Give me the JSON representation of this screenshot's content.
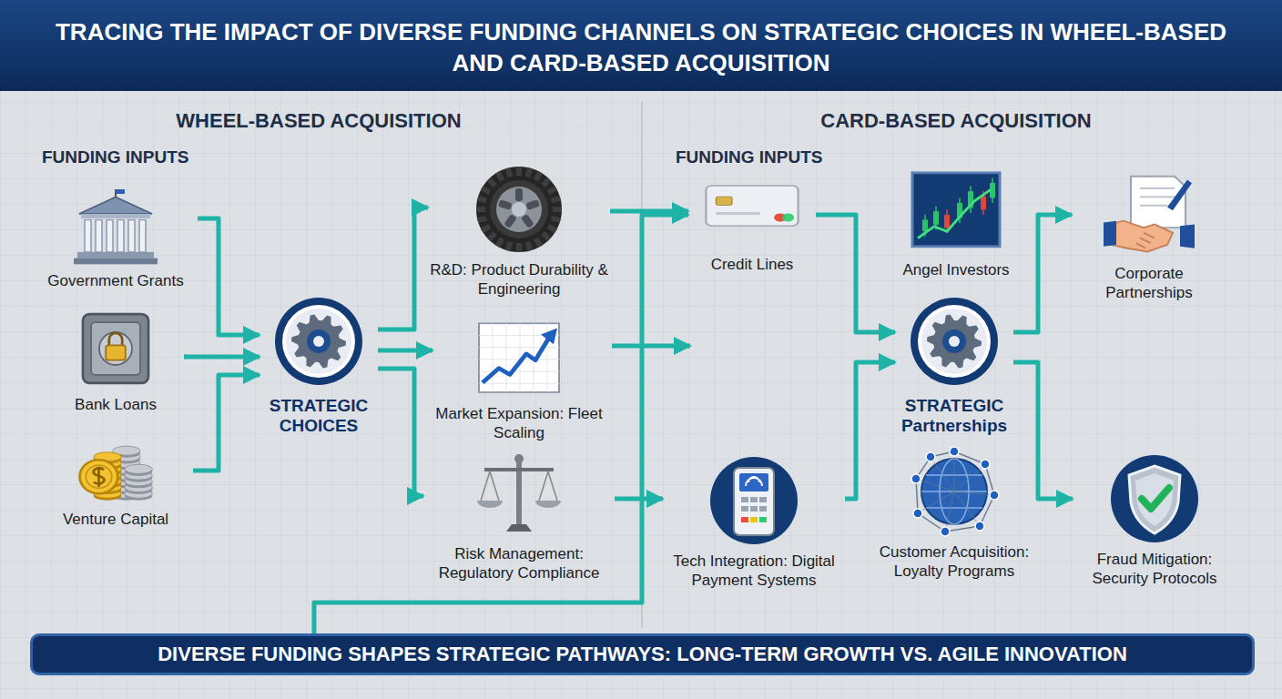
{
  "diagram": {
    "title": "TRACING THE IMPACT OF DIVERSE FUNDING CHANNELS ON STRATEGIC CHOICES IN WHEEL-BASED AND CARD-BASED ACQUISITION",
    "nodes": [
      {
        "text": [
          "Government Grants"
        ]
      },
      {
        "text": [
          "Bank Loans"
        ]
      },
      {
        "text": [
          "Venture Capital"
        ]
      },
      {
        "text": [
          "STRATEGIC CHOICES"
        ]
      },
      {
        "text": [
          "R&D: Product Durability & Engineering"
        ]
      },
      {
        "text": [
          "Market Expansion: Fleet Scaling"
        ]
      },
      {
        "text": [
          "Risk Management: Regulatory Compliance"
        ]
      },
      {
        "text": [
          "Credit Lines"
        ]
      },
      {
        "text": [
          "Angel Investors"
        ]
      },
      {
        "text": [
          "Corporate Partnerships"
        ]
      },
      {
        "text": [
          "STRATEGIC Partnerships"
        ]
      },
      {
        "text": [
          "Tech Integration: Digital Payment Systems"
        ]
      },
      {
        "text": [
          "Customer Acquisition: Loyalty Programs"
        ]
      },
      {
        "text": [
          "Fraud Mitigation: Security Protocols"
        ]
      },
      {
        "text": [
          "DIVERSE FUNDING SHAPES STRATEGIC PATHWAYS: LONG-TERM GROWTH VS. AGILE INNOVATION"
        ]
      }
    ],
    "edges": [
      {
        "from": 0,
        "to": 3,
        "arrow": "to"
      },
      {
        "from": 1,
        "to": 3,
        "arrow": "to"
      },
      {
        "from": 2,
        "to": 3,
        "arrow": "to"
      },
      {
        "from": 3,
        "to": 4,
        "arrow": "to"
      },
      {
        "from": 3,
        "to": 5,
        "arrow": "to"
      },
      {
        "from": 3,
        "to": 6,
        "arrow": "to"
      },
      {
        "from": 4,
        "to": 7,
        "arrow": "to"
      },
      {
        "from": 6,
        "to": 11,
        "arrow": "to"
      },
      {
        "from": 14,
        "to": 7,
        "arrow": "to"
      },
      {
        "from": 7,
        "to": 10,
        "arrow": "to"
      },
      {
        "from": 11,
        "to": 10,
        "arrow": "to"
      },
      {
        "from": 10,
        "to": 9,
        "arrow": "to"
      },
      {
        "from": 10,
        "to": 13,
        "arrow": "to"
      }
    ],
    "labels": [
      "WHEEL-BASED ACQUISITION",
      "CARD-BASED ACQUISITION",
      "FUNDING INPUTS",
      "FUNDING INPUTS"
    ]
  }
}
